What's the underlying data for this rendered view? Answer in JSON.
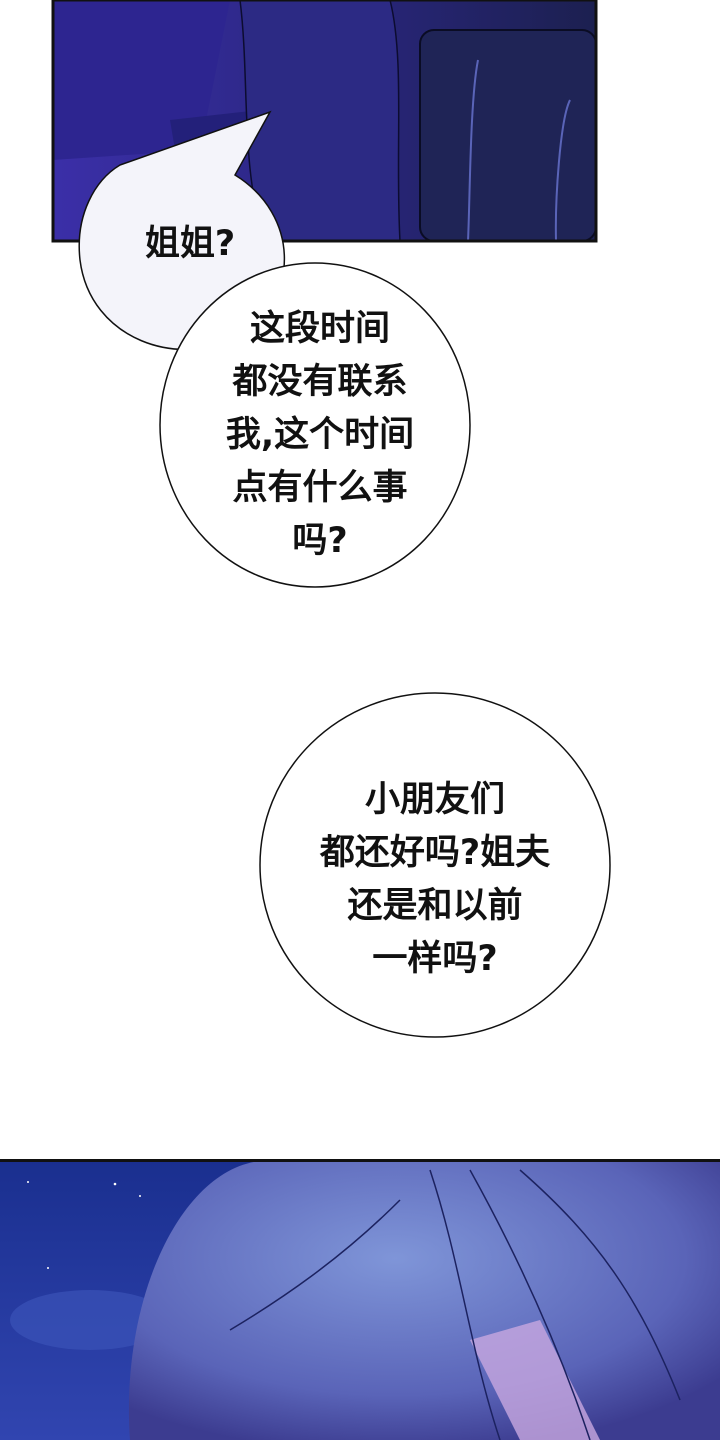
{
  "bubbles": [
    {
      "lines": [
        "姐姐?"
      ]
    },
    {
      "lines": [
        "这段时间",
        "都没有联系",
        "我,这个时间",
        "点有什么事",
        "吗?"
      ]
    },
    {
      "lines": [
        "小朋友们",
        "都还好吗?姐夫",
        "还是和以前",
        "一样吗?"
      ]
    }
  ],
  "colors": {
    "night_panel": "#2e2a8a",
    "sky": "#1f3a9a",
    "hair": "#6f7fc8"
  }
}
